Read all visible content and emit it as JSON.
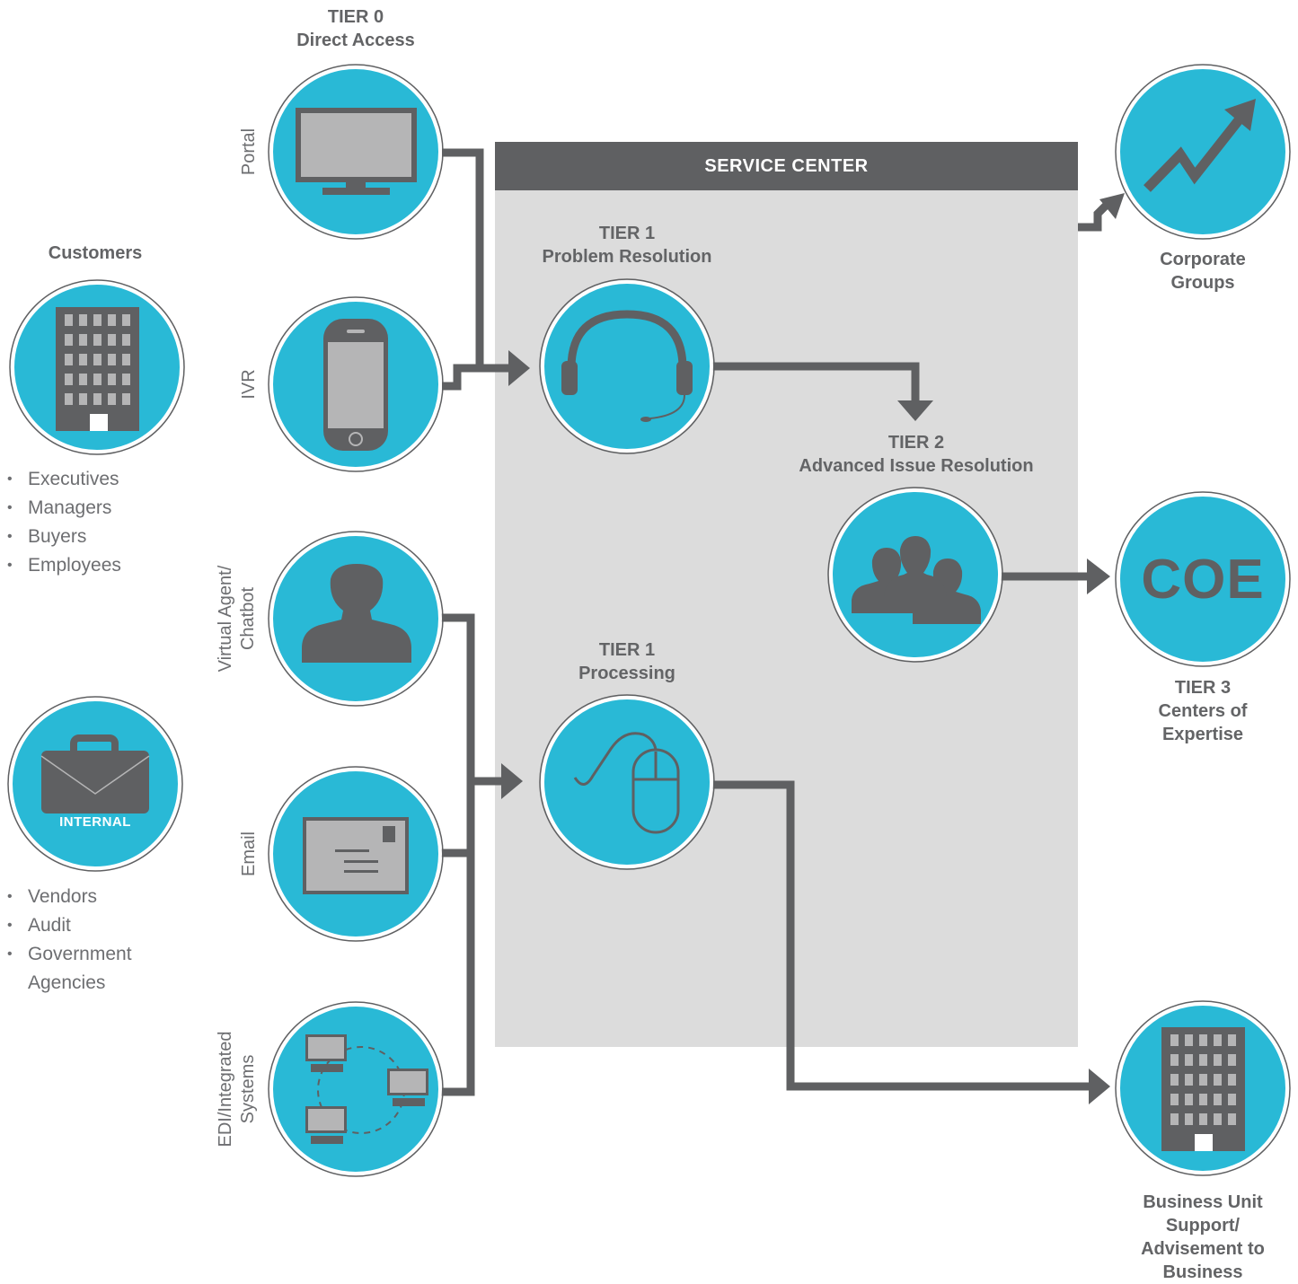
{
  "service_center": {
    "title": "SERVICE CENTER"
  },
  "tier0": {
    "line1": "TIER 0",
    "line2": "Direct Access"
  },
  "tier1_problem": {
    "line1": "TIER 1",
    "line2": "Problem Resolution"
  },
  "tier1_processing": {
    "line1": "TIER 1",
    "line2": "Processing"
  },
  "tier2": {
    "line1": "TIER 2",
    "line2": "Advanced Issue Resolution"
  },
  "tier3": {
    "line1": "TIER 3",
    "line2": "Centers of",
    "line3": "Expertise",
    "badge": "COE"
  },
  "corporate": {
    "line1": "Corporate",
    "line2": "Groups"
  },
  "business_unit": {
    "line1": "Business Unit",
    "line2": "Support/",
    "line3": "Advisement to",
    "line4": "Business"
  },
  "customers": {
    "title": "Customers",
    "items": [
      "Executives",
      "Managers",
      "Buyers",
      "Employees"
    ]
  },
  "internal": {
    "badge": "INTERNAL",
    "items": [
      "Vendors",
      "Audit",
      "Government",
      "Agencies"
    ]
  },
  "channels": {
    "portal": "Portal",
    "ivr": "IVR",
    "chatbot_line1": "Virtual Agent/",
    "chatbot_line2": "Chatbot",
    "email": "Email",
    "edi_line1": "EDI/Integrated",
    "edi_line2": "Systems"
  },
  "colors": {
    "circle_fill": "#29b9d6",
    "dark": "#5f6062",
    "panel": "#dcdcdc",
    "header": "#5f6062"
  }
}
